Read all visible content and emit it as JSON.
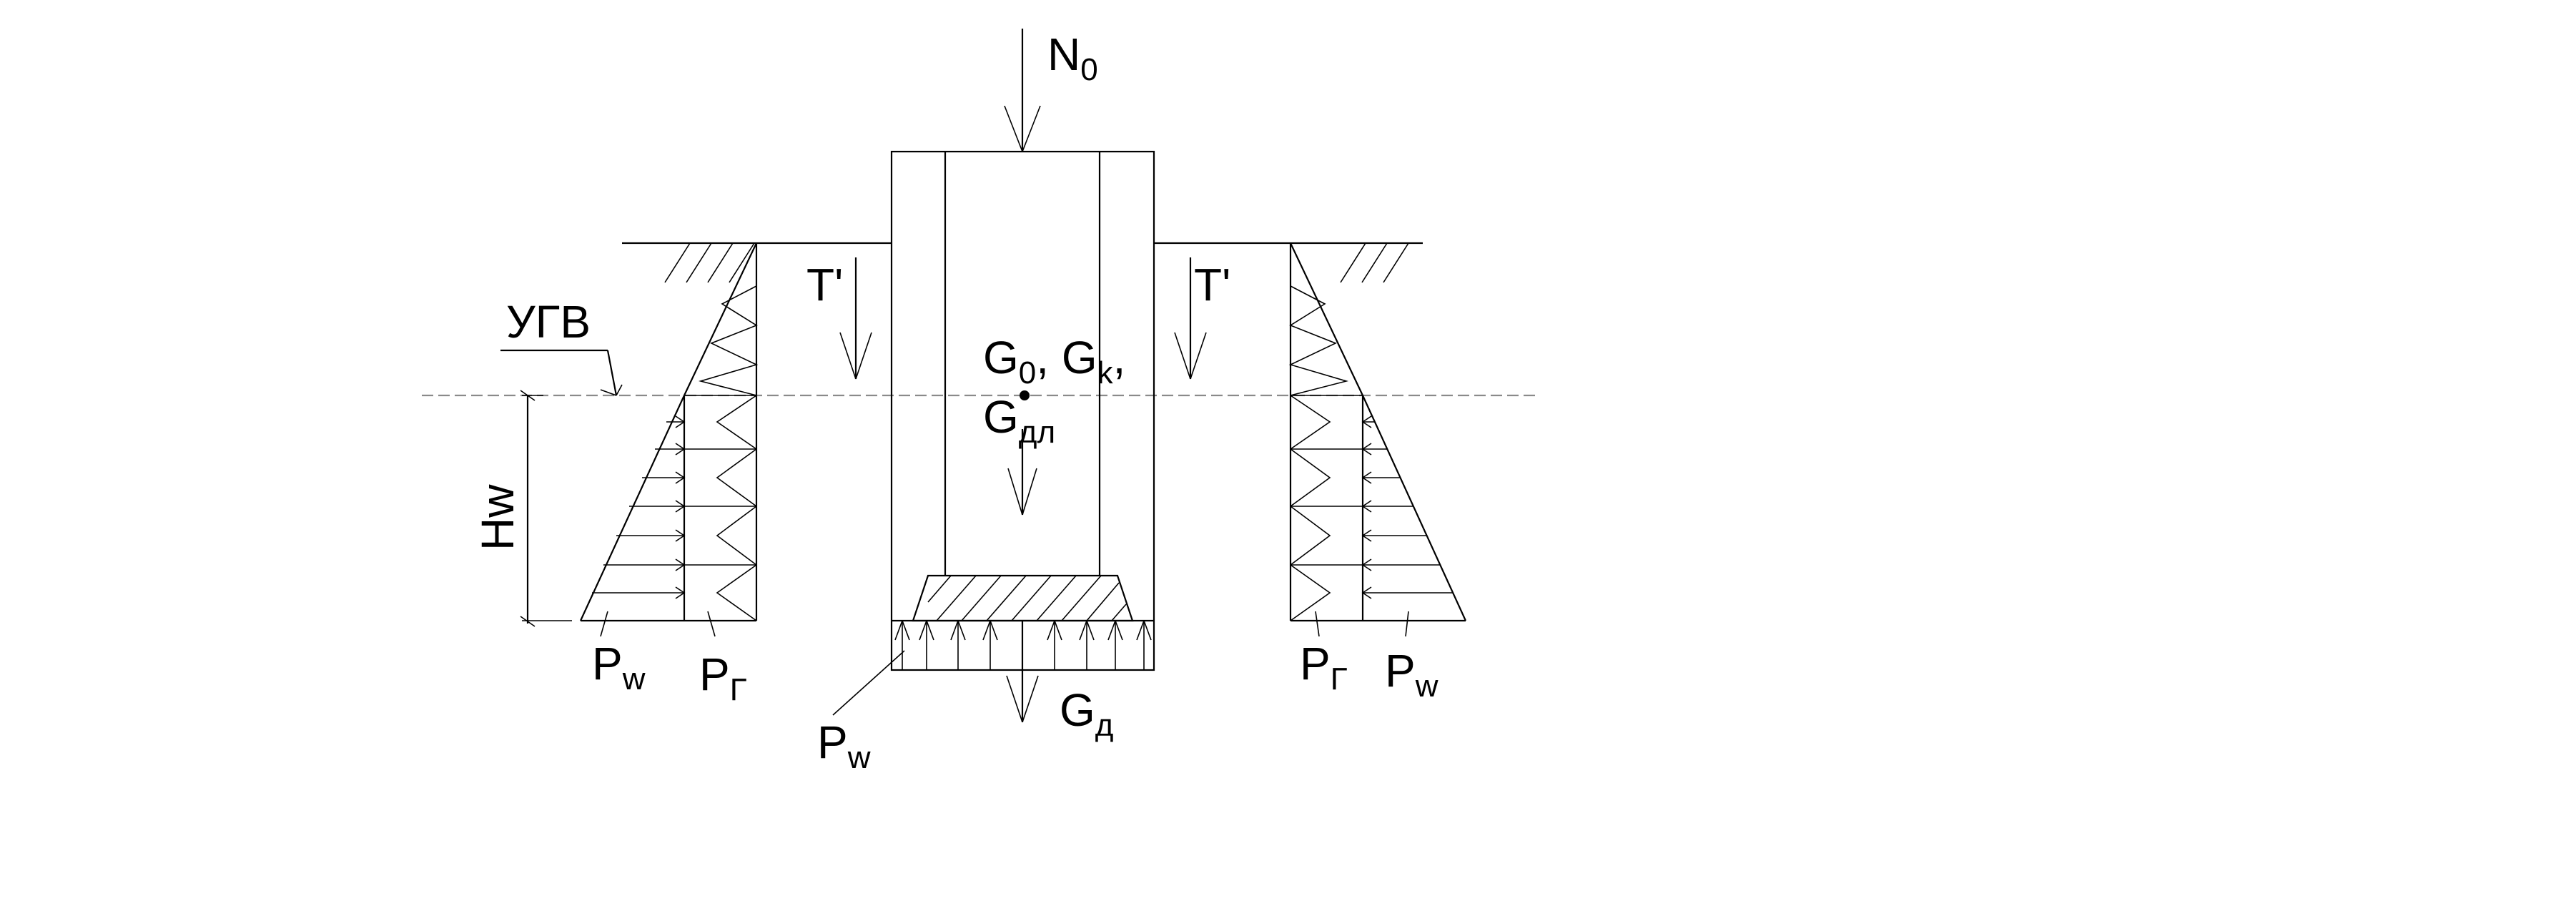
{
  "labels": {
    "n0": {
      "main": "N",
      "sub": "0"
    },
    "t_left": "T'",
    "t_right": "T'",
    "ugv": "УГВ",
    "hw": "Hw",
    "g_line1": {
      "g0": "G",
      "g0_sub": "0",
      "sep": ", ",
      "gk": "G",
      "gk_sub": "k",
      "tail": ","
    },
    "g_line2": {
      "main": "G",
      "sub": "дл"
    },
    "gd": {
      "main": "G",
      "sub": "д"
    },
    "pw_left": {
      "main": "P",
      "sub": "w"
    },
    "pg_left": {
      "main": "P",
      "sub": "Г"
    },
    "pw_bottom": {
      "main": "P",
      "sub": "w"
    },
    "pg_right": {
      "main": "P",
      "sub": "Г"
    },
    "pw_right": {
      "main": "P",
      "sub": "w"
    }
  },
  "colors": {
    "line": "#000000",
    "water_level": "#8a8a8a",
    "background": "#ffffff"
  }
}
